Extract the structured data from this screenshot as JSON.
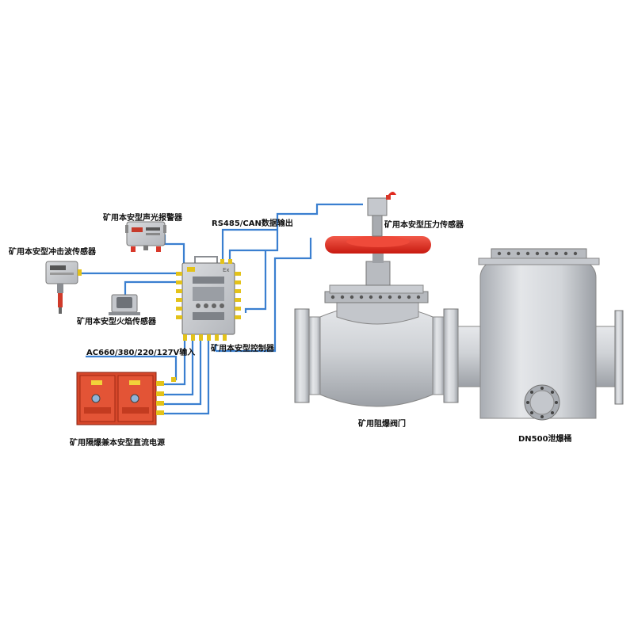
{
  "labels": {
    "rs485": "RS485/CAN数据输出",
    "pressure_sensor": "矿用本安型压力传感器",
    "alarm": "矿用本安型声光报警器",
    "shockwave_sensor": "矿用本安型冲击波传感器",
    "flame_sensor": "矿用本安型火焰传感器",
    "controller": "矿用本安型控制器",
    "ac_input": "AC660/380/220/127V输入",
    "power_supply": "矿用隔爆兼本安型直流电源",
    "valve": "矿用阻爆阀门",
    "barrel": "DN500泄爆桶"
  },
  "colors": {
    "wire": "#3a7fd0",
    "orange_box": "#d24a2a",
    "red_wheel": "#e02a1e",
    "steel": "#c9ccd1",
    "connector": "#e3c21a"
  }
}
